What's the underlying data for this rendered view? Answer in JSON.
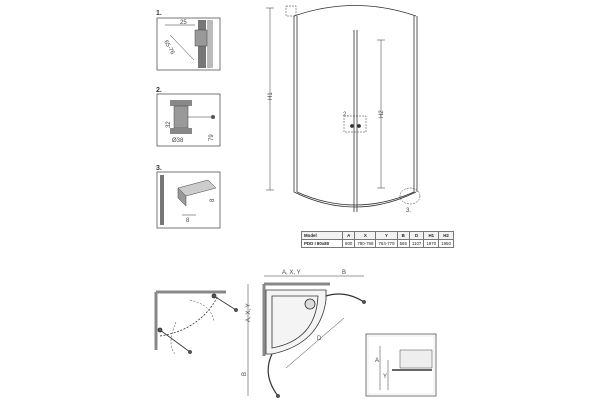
{
  "details": {
    "d1": {
      "num": "1.",
      "dim_top": "25",
      "dim_side": "65-76"
    },
    "d2": {
      "num": "2.",
      "dim_h1": "32",
      "dim_h2": "79",
      "dim_dia": "Ø38"
    },
    "d3": {
      "num": "3.",
      "dim_b": "8",
      "dim_side": "8"
    }
  },
  "front": {
    "h1": "H1",
    "h2": "H2",
    "zoom_label": "2.",
    "bottom_label": "3."
  },
  "table": {
    "headers": [
      "Model",
      "A",
      "X",
      "Y",
      "B",
      "D",
      "H1",
      "H2"
    ],
    "rows": [
      [
        "PDD I 80x80",
        "800",
        "780-798",
        "764-779",
        "565",
        "1107",
        "1970",
        "1950"
      ]
    ]
  },
  "plan": {
    "top_left": "A, X, Y",
    "top_right": "B",
    "side_left": "A, X, Y",
    "side_bottom": "B",
    "diag": "D"
  },
  "zoom_box": {
    "label1": "A",
    "label2": "Y"
  },
  "colors": {
    "line": "#333333",
    "frame": "#555555",
    "fill": "#e6e6e6"
  }
}
